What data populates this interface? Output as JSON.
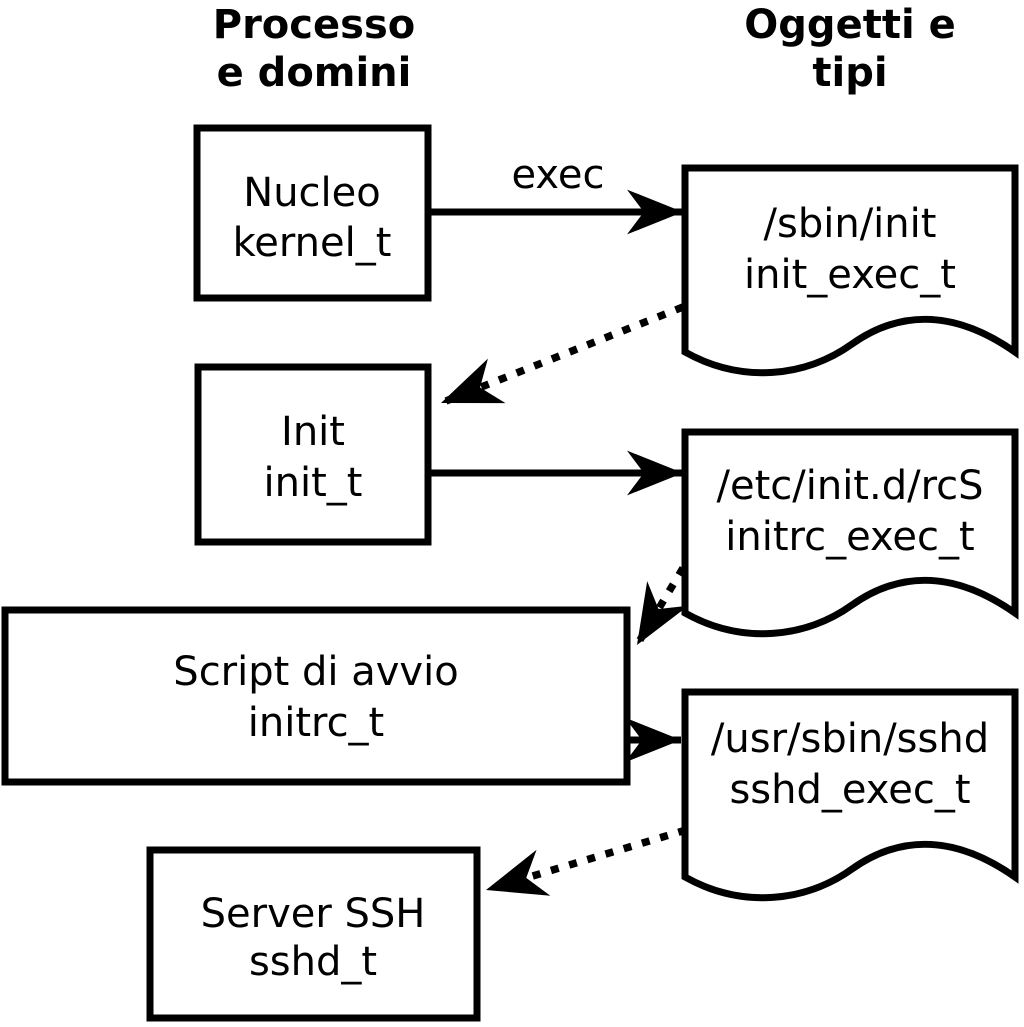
{
  "headers": {
    "left": {
      "line1": "Processo",
      "line2": "e domini"
    },
    "right": {
      "line1": "Oggetti e",
      "line2": "tipi"
    }
  },
  "process_nodes": [
    {
      "name": "Nucleo",
      "domain": "kernel_t"
    },
    {
      "name": "Init",
      "domain": "init_t"
    },
    {
      "name": "Script di avvio",
      "domain": "initrc_t"
    },
    {
      "name": "Server SSH",
      "domain": "sshd_t"
    }
  ],
  "object_nodes": [
    {
      "path": "/sbin/init",
      "type": "init_exec_t"
    },
    {
      "path": "/etc/init.d/rcS",
      "type": "initrc_exec_t"
    },
    {
      "path": "/usr/sbin/sshd",
      "type": "sshd_exec_t"
    }
  ],
  "edges": {
    "exec_label": "exec",
    "solid": [
      {
        "from": "kernel_t",
        "to": "init_exec_t",
        "label": "exec"
      },
      {
        "from": "init_t",
        "to": "initrc_exec_t",
        "label": ""
      },
      {
        "from": "initrc_t",
        "to": "sshd_exec_t",
        "label": ""
      }
    ],
    "dotted": [
      {
        "from": "init_exec_t",
        "to": "init_t"
      },
      {
        "from": "initrc_exec_t",
        "to": "initrc_t"
      },
      {
        "from": "sshd_exec_t",
        "to": "sshd_t"
      }
    ]
  },
  "colors": {
    "ink": "#000000",
    "background": "#ffffff"
  }
}
